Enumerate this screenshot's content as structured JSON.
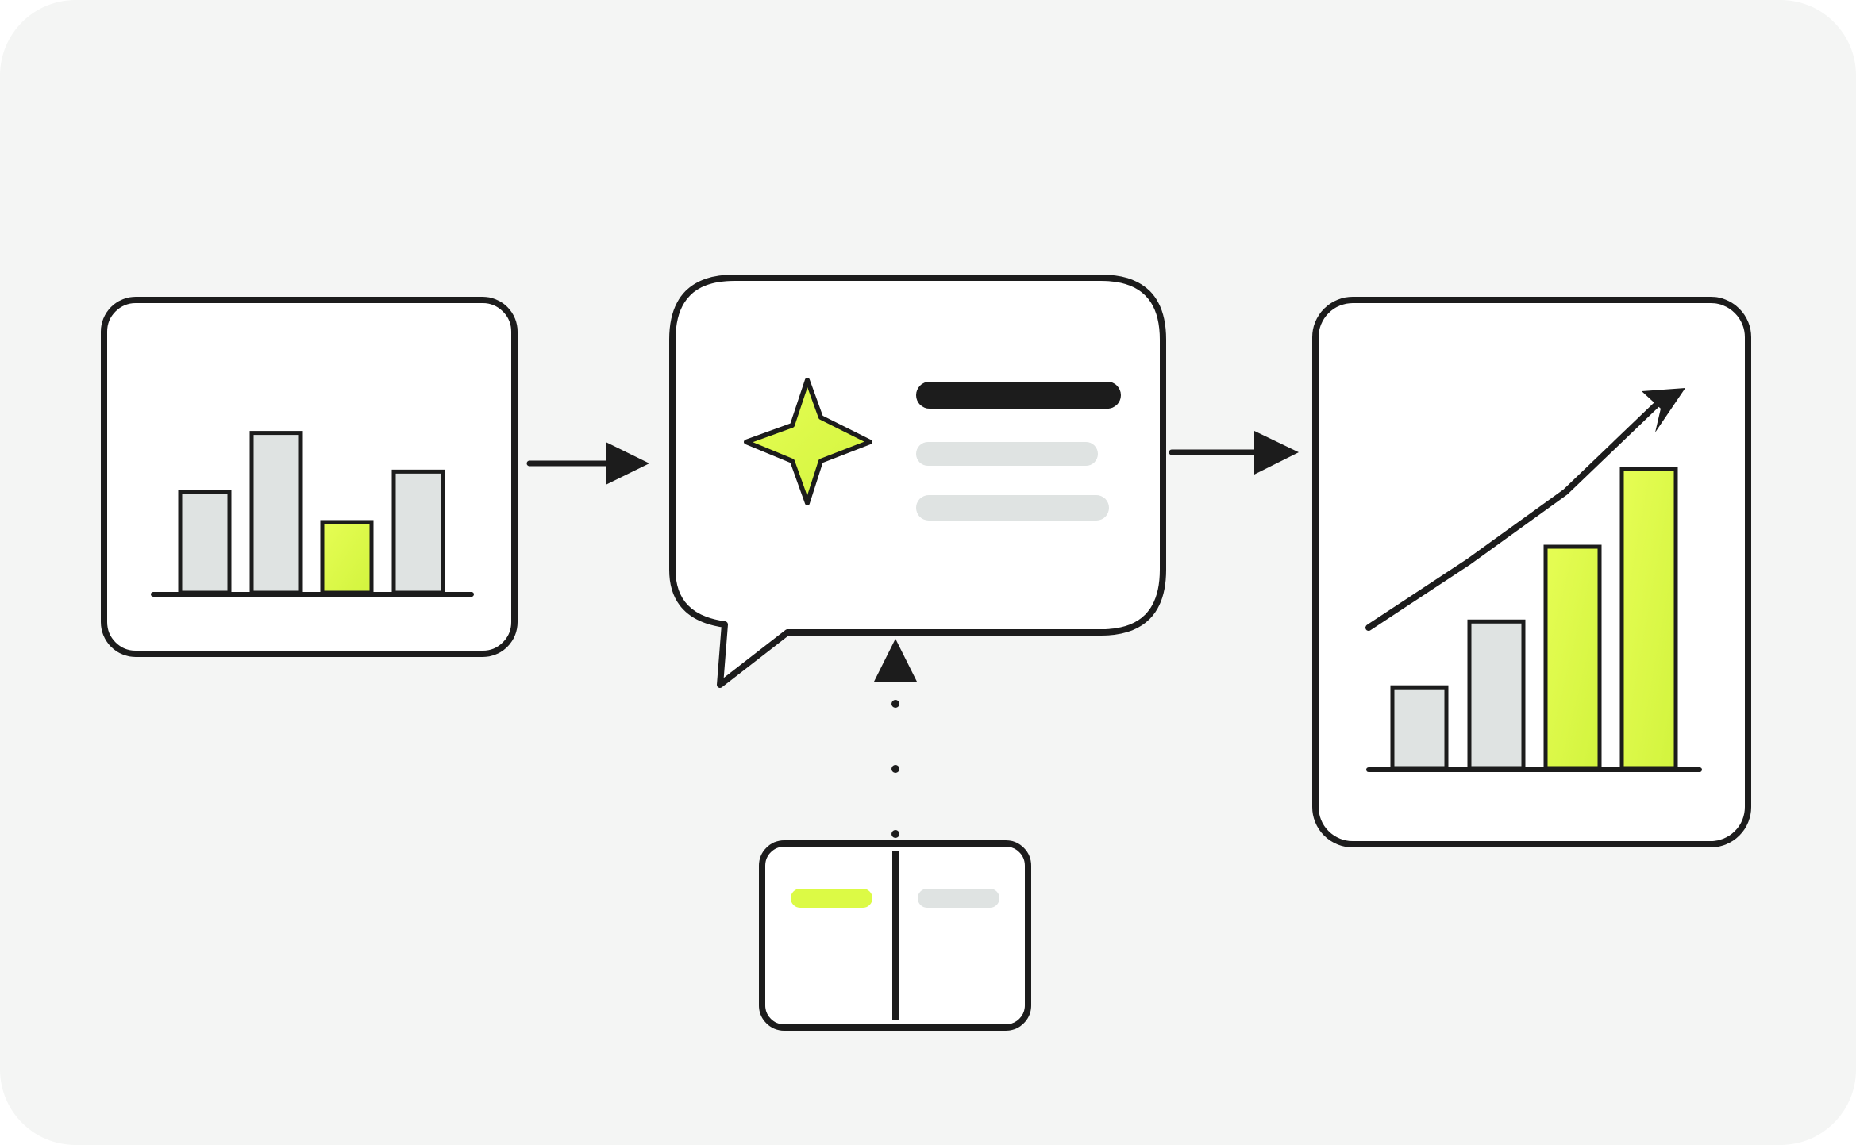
{
  "colors": {
    "background": "#f4f5f4",
    "panel": "#ffffff",
    "stroke": "#1c1c1c",
    "bar_gray": "#dfe3e2",
    "accent": "#dcfa45",
    "muted_line": "#dfe3e2"
  },
  "nodes": [
    {
      "name": "input-chart-card",
      "icon": "bar-chart-icon",
      "bars": [
        {
          "value": 0.6,
          "color": "bar_gray"
        },
        {
          "value": 0.95,
          "color": "bar_gray"
        },
        {
          "value": 0.42,
          "color": "accent"
        },
        {
          "value": 0.72,
          "color": "bar_gray"
        }
      ]
    },
    {
      "name": "ai-insight-bubble",
      "icon": "sparkle-icon",
      "text_lines": [
        {
          "style": "heading",
          "color": "stroke"
        },
        {
          "style": "body",
          "color": "muted_line"
        },
        {
          "style": "body",
          "color": "muted_line"
        }
      ]
    },
    {
      "name": "output-growth-chart-card",
      "icon": "trend-up-icon",
      "bars": [
        {
          "value": 0.27,
          "color": "bar_gray"
        },
        {
          "value": 0.49,
          "color": "bar_gray"
        },
        {
          "value": 0.74,
          "color": "accent"
        },
        {
          "value": 1.0,
          "color": "accent"
        }
      ]
    },
    {
      "name": "comparison-table-card",
      "icon": "split-table-icon",
      "columns": [
        {
          "color": "accent"
        },
        {
          "color": "muted_line"
        }
      ]
    }
  ],
  "edges": [
    {
      "from": "input-chart-card",
      "to": "ai-insight-bubble",
      "style": "solid"
    },
    {
      "from": "ai-insight-bubble",
      "to": "output-growth-chart-card",
      "style": "solid"
    },
    {
      "from": "comparison-table-card",
      "to": "ai-insight-bubble",
      "style": "dotted"
    }
  ]
}
